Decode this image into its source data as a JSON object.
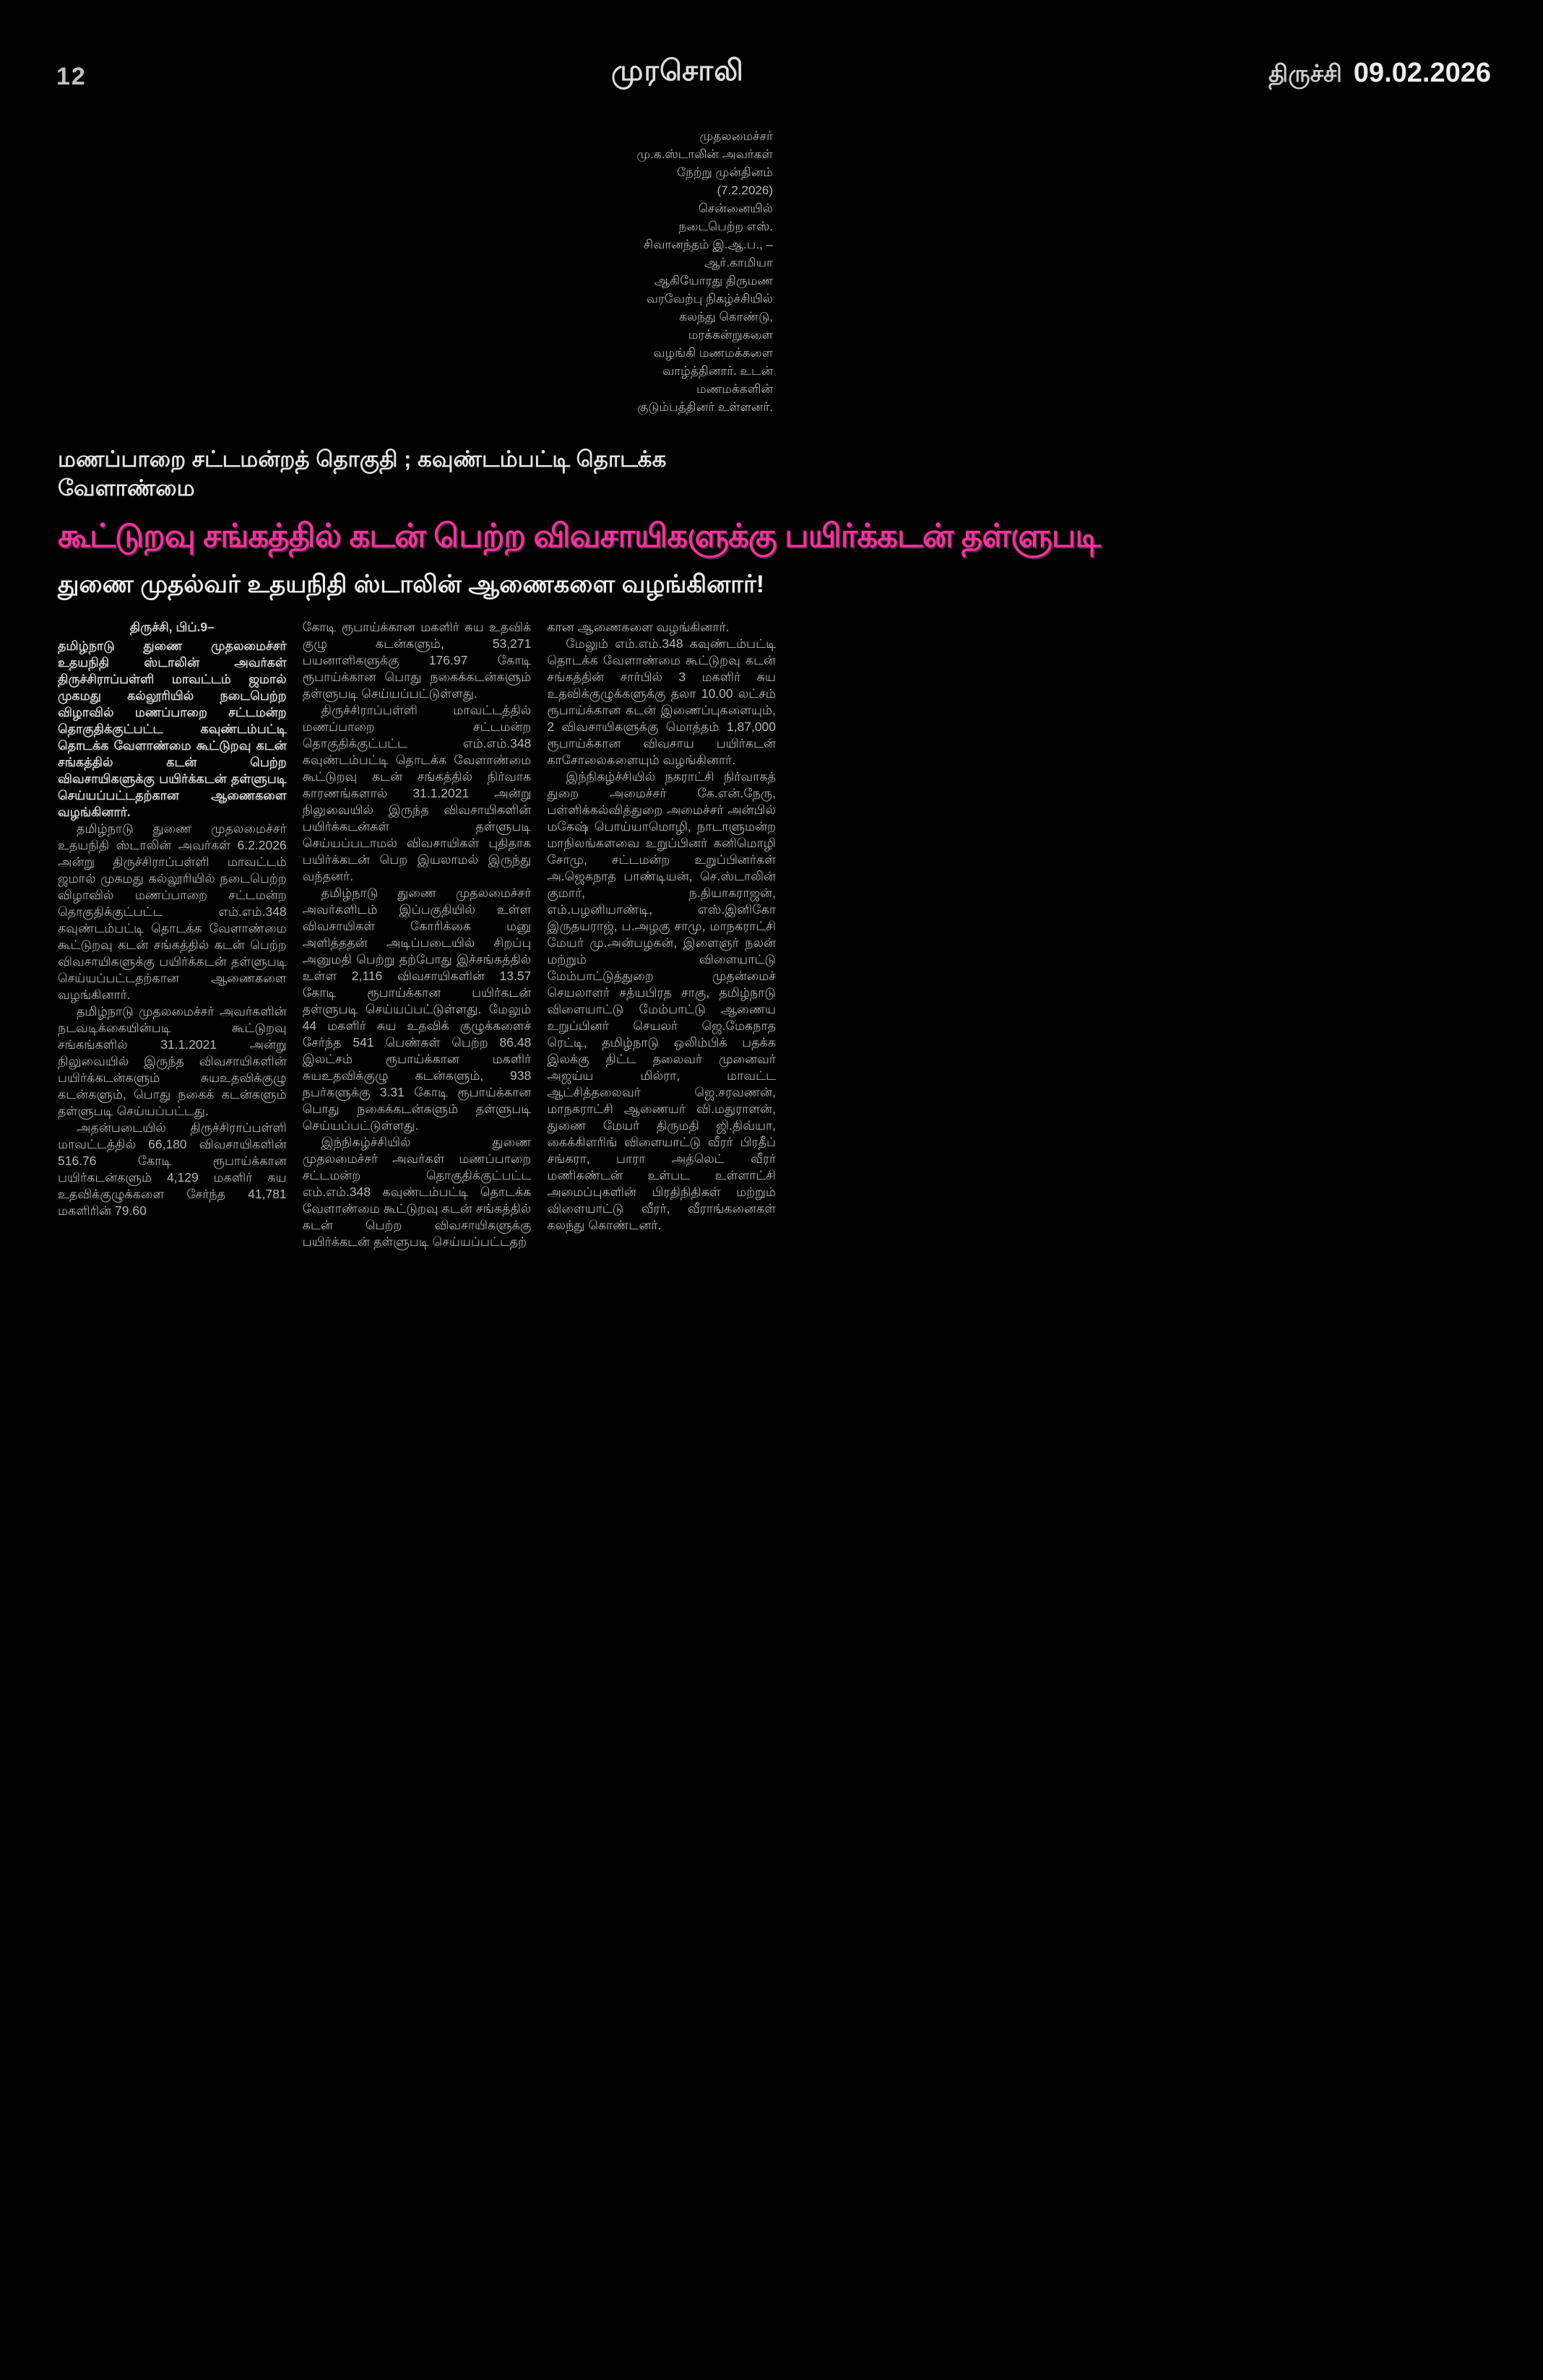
{
  "colors": {
    "background": "#000000",
    "headline_accent": "#ff2f9e",
    "body_text": "#b5b5b5"
  },
  "header": {
    "page_number": "12",
    "masthead": "முரசொலி",
    "edition": "திருச்சி",
    "date": "09.02.2026"
  },
  "photo_caption": {
    "lines": [
      "முதலமைச்சர்",
      "மு.க.ஸ்டாலின் அவர்கள்",
      "நேற்று முன்தினம்",
      "(7.2.2026)",
      "சென்னையில்",
      "நடைபெற்ற எஸ்.",
      "சிவானந்தம் இ.ஆ.ப., –",
      "ஆர்.காமியா",
      "ஆகியோரது திருமண",
      "வரவேற்பு நிகழ்ச்சியில்",
      "கலந்து கொண்டு,",
      "மரக்கன்றுகளை",
      "வழங்கி மணமக்களை",
      "வாழ்த்தினார். உடன்",
      "மணமக்களின்",
      "குடும்பத்தினர் உள்ளனர்."
    ]
  },
  "article": {
    "kicker": "மணப்பாறை சட்டமன்றத் தொகுதி ; கவுண்டம்பட்டி தொடக்க வேளாண்மை",
    "headline": "கூட்டுறவு சங்கத்தில் கடன் பெற்ற விவசாயிகளுக்கு பயிர்க்கடன் தள்ளுபடி",
    "subhead": "துணை முதல்வர் உதயநிதி ஸ்டாலின் ஆணைகளை வழங்கினார்!",
    "dateline": "திருச்சி, பிப்.9–",
    "col1": {
      "lead": "தமிழ்நாடு துணை முதலமைச்சர் உதயநிதி ஸ்டாலின் அவர்கள் திருச்சிராப்பள்ளி மாவட்டம் ஜமால் முகமது கல்லூரியில் நடைபெற்ற விழாவில் மணப்பாறை சட்டமன்ற தொகுதிக்குட்பட்ட கவுண்டம்பட்டி தொடக்க வேளாண்மை கூட்டுறவு கடன் சங்கத்தில் கடன் பெற்ற விவசாயிகளுக்கு பயிர்க்கடன் தள்ளுபடி செய்யப்பட்டதற்கான ஆணைகளை வழங்கினார்.",
      "p1": "தமிழ்நாடு துணை முதலமைச்சர் உதயநிதி ஸ்டாலின் அவர்கள் 6.2.2026 அன்று திருச்சிராப்பள்ளி மாவட்டம் ஜமால் முகமது கல்லூரியில் நடைபெற்ற விழாவில் மணப்பாறை சட்டமன்ற தொகுதிக்குட்பட்ட எம்.எம்.348 கவுண்டம்பட்டி தொடக்க வேளாண்மை கூட்டுறவு கடன் சங்கத்தில் கடன் பெற்ற விவசாயிகளுக்கு பயிர்க்கடன் தள்ளுபடி செய்யப்பட்டதற்கான ஆணைகளை வழங்கினார்.",
      "p2": "தமிழ்நாடு முதலமைச்சர் அவர்களின் நடவடிக்கையின்படி கூட்டுறவு சங்கங்களில் 31.1.2021 அன்று நிலுவையில் இருந்த விவசாயிகளின் பயிர்க்கடன்களும் சுயஉதவிக்குழு கடன்களும், பொது நகைக் கடன்களும் தள்ளுபடி செய்யப்பட்டது.",
      "p3": "அதன்படையில் திருச்சிராப்பள்ளி மாவட்டத்தில் 66,180 விவசாயிகளின் 516.76 கோடி ரூபாய்க்கான பயிர்கடன்களும் 4,129 மகளிர் சுய உதவிக்குழுக்களை சேர்ந்த 41,781 மகளிரின் 79.60"
    },
    "col2": {
      "p1": "கோடி ரூபாய்க்கான மகளிர் சுய உதவிக் குழு கடன்களும், 53,271 பயனாளிகளுக்கு 176.97 கோடி ரூபாய்க்கான பொது நகைக்கடன்களும் தள்ளுபடி செய்யப்பட்டுள்ளது.",
      "p2": "திருச்சிராப்பள்ளி மாவட்டத்தில் மணப்பாறை சட்டமன்ற தொகுதிக்குட்பட்ட எம்.எம்.348 கவுண்டம்பட்டி தொடக்க வேளாண்மை கூட்டுறவு கடன் சங்கத்தில் நிர்வாக காரணங்களால் 31.1.2021 அன்று நிலுவையில் இருந்த விவசாயிகளின் பயிர்க்கடன்கள் தள்ளுபடி செய்யப்படாமல் விவசாயிகள் புதிதாக பயிர்க்கடன் பெற இயலாமல் இருந்து வந்தனர்.",
      "p3": "தமிழ்நாடு துணை முதலமைச்சர் அவர்களிடம் இப்பகுதியில் உள்ள விவசாயிகள் கோரிக்கை மனு அளித்ததன் அடிப்படையில் சிறப்பு அனுமதி பெற்று தற்போது இச்சங்கத்தில் உள்ள 2,116 விவசாயிகளின் 13.57 கோடி ரூபாய்க்கான பயிர்கடன் தள்ளுபடி செய்யப்பட்டுள்ளது. மேலும் 44 மகளிர் சுய உதவிக் குழுக்களைச் சேர்ந்த 541 பெண்கள் பெற்ற 86.48 இலட்சம் ரூபாய்க்கான மகளிர் சுயஉதவிக்குழு கடன்களும், 938 நபர்களுக்கு 3.31 கோடி ரூபாய்க்கான பொது நகைக்கடன்களும் தள்ளுபடி செய்யப்பட்டுள்ளது.",
      "p4": "இந்நிகழ்ச்சியில் துணை முதலமைச்சர் அவர்கள் மணப்பாறை சட்டமன்ற தொகுதிக்குட்பட்ட எம்.எம்.348 கவுண்டம்பட்டி தொடக்க வேளாண்மை கூட்டுறவு கடன் சங்கத்தில் கடன் பெற்ற விவசாயிகளுக்கு பயிர்க்கடன் தள்ளுபடி செய்யப்பட்டதற்"
    },
    "col3": {
      "p1": "கான ஆணைகளை வழங்கினார்.",
      "p2": "மேலும் எம்.எம்.348 கவுண்டம்பட்டி தொடக்க வேளாண்மை கூட்டுறவு கடன் சங்கத்தின் சார்பில் 3 மகளிர் சுய உதவிக்குழுக்களுக்கு தலா 10.00 லட்சம் ரூபாய்க்கான கடன் இணைப்புகளையும், 2 விவசாயிகளுக்கு மொத்தம் 1,87,000 ரூபாய்க்கான விவசாய பயிர்கடன் காசோலைகளையும் வழங்கினார்.",
      "p3": "இந்நிகழ்ச்சியில் நகராட்சி நிர்வாகத் துறை அமைச்சர் கே.என்.நேரு, பள்ளிக்கல்வித்துறை அமைச்சர் அன்பில் மகேஷ் பொய்யாமொழி, நாடாளுமன்ற மாநிலங்களவை உறுப்பினர் கனிமொழி சோமு, சட்டமன்ற உறுப்பினர்கள் அ.ஜெகநாத பாண்டியன், செ.ஸ்டாலின் குமார், ந.தியாகராஜன், எம்.பழனியாண்டி, எஸ்.இனிகோ இருதயராஜ், ப.அழகு சாமு, மாநகராட்சி மேயர் மு.அன்பழகன், இளைஞர் நலன் மற்றும் விளையாட்டு மேம்பாட்டுத்துறை முதன்மைச் செயலாளர் சத்யபிரத சாகு, தமிழ்நாடு விளையாட்டு மேம்பாட்டு ஆணைய உறுப்பினர் செயலர் ஜெ.மேகநாத ரெட்டி, தமிழ்நாடு ஒலிம்பிக் பதக்க இலக்கு திட்ட தலைவர் முனைவர் அஜய்ய மில்ரா, மாவட்ட ஆட்சித்தலைவர் ஜெ.சரவணன், மாநகராட்சி ஆணையர் வி.மதுராளன், துணை மேயர் திருமதி ஜி.திவ்யா, கைக்கிளரிங் விளையாட்டு வீரர் பிரதீப் சங்கரா, பாரா அத்லெட் வீரர் மணிகண்டன் உள்பட உள்ளாட்சி அமைப்புகளின் பிரதிநிதிகள் மற்றும் விளையாட்டு வீரர், வீராங்கனைகள் கலந்து கொண்டனர்."
    }
  }
}
